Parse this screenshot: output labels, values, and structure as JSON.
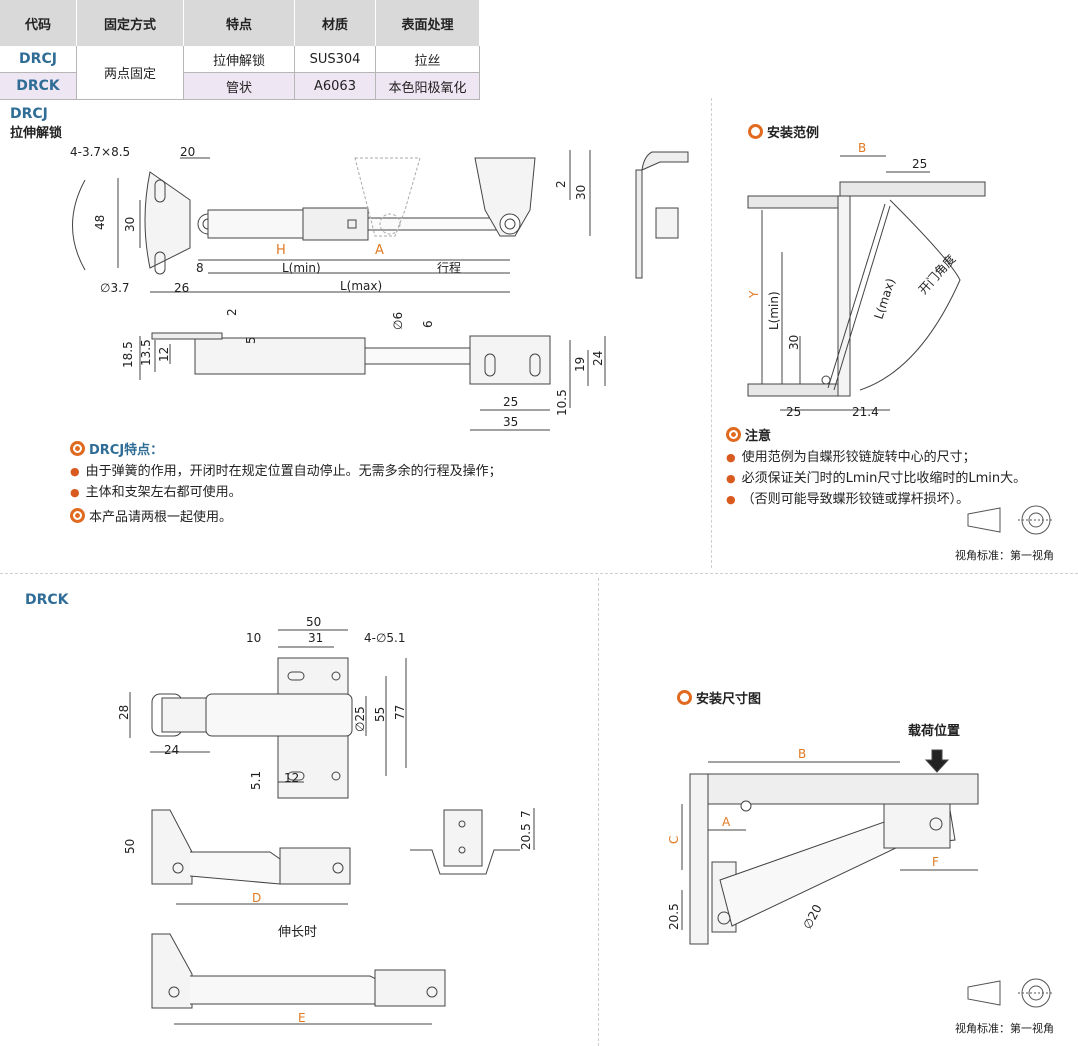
{
  "table": {
    "headers": [
      "代码",
      "固定方式",
      "特点",
      "材质",
      "表面处理"
    ],
    "rows": [
      {
        "code": "DRCJ",
        "feature": "拉伸解锁",
        "material": "SUS304",
        "finish": "拉丝"
      },
      {
        "code": "DRCK",
        "feature": "管状",
        "material": "A6063",
        "finish": "本色阳极氧化"
      }
    ],
    "fix_method": "两点固定"
  },
  "drcj": {
    "title": "DRCJ",
    "subtitle": "拉伸解锁",
    "dims": {
      "hole": "4-3.7×8.5",
      "d20": "20",
      "d48": "48",
      "d30": "30",
      "d2": "2",
      "d30b": "30",
      "H": "H",
      "A": "A",
      "Lmin": "L(min)",
      "stroke": "行程",
      "d8": "8",
      "phi37": "∅3.7",
      "d26": "26",
      "Lmax": "L(max)",
      "d2b": "2",
      "d5": "5",
      "phi6": "∅6",
      "d6": "6",
      "d185": "18.5",
      "d135": "13.5",
      "d12": "12",
      "d25": "25",
      "d35": "35",
      "d105": "10.5",
      "d19": "19",
      "d24": "24"
    },
    "features_title": "DRCJ特点：",
    "features": [
      "由于弹簧的作用，开闭时在规定位置自动停止。无需多余的行程及操作；",
      "主体和支架左右都可使用。"
    ],
    "note2": "本产品请两根一起使用。"
  },
  "install": {
    "title": "安装范例",
    "dims": {
      "B": "B",
      "d25": "25",
      "Y": "Y",
      "Lmin": "L(min)",
      "Lmax": "L(max)",
      "d30": "30",
      "d25b": "25",
      "d214": "21.4",
      "angle": "开门角度"
    },
    "notes_title": "注意",
    "notes": [
      "使用范例为自蝶形铰链旋转中心的尺寸；",
      "必须保证关门时的Lmin尺寸比收缩时的Lmin大。",
      "（否则可能导致蝶形铰链或撑杆损坏）。"
    ],
    "view_label": "视角标准：第一视角"
  },
  "drck": {
    "title": "DRCK",
    "dims": {
      "d50": "50",
      "d10": "10",
      "d31": "31",
      "hole": "4-∅5.1",
      "d28": "28",
      "phi25": "∅25",
      "d55": "55",
      "d77": "77",
      "d24": "24",
      "d51": "5.1",
      "d12": "12",
      "d50b": "50",
      "D": "D",
      "d7": "7",
      "d205": "20.5",
      "E": "E"
    },
    "extended_label": "伸长时"
  },
  "mount": {
    "title": "安装尺寸图",
    "load_label": "载荷位置",
    "dims": {
      "B": "B",
      "A": "A",
      "C": "C",
      "F": "F",
      "d205": "20.5",
      "phi20": "∅20"
    },
    "view_label": "视角标准：第一视角"
  }
}
